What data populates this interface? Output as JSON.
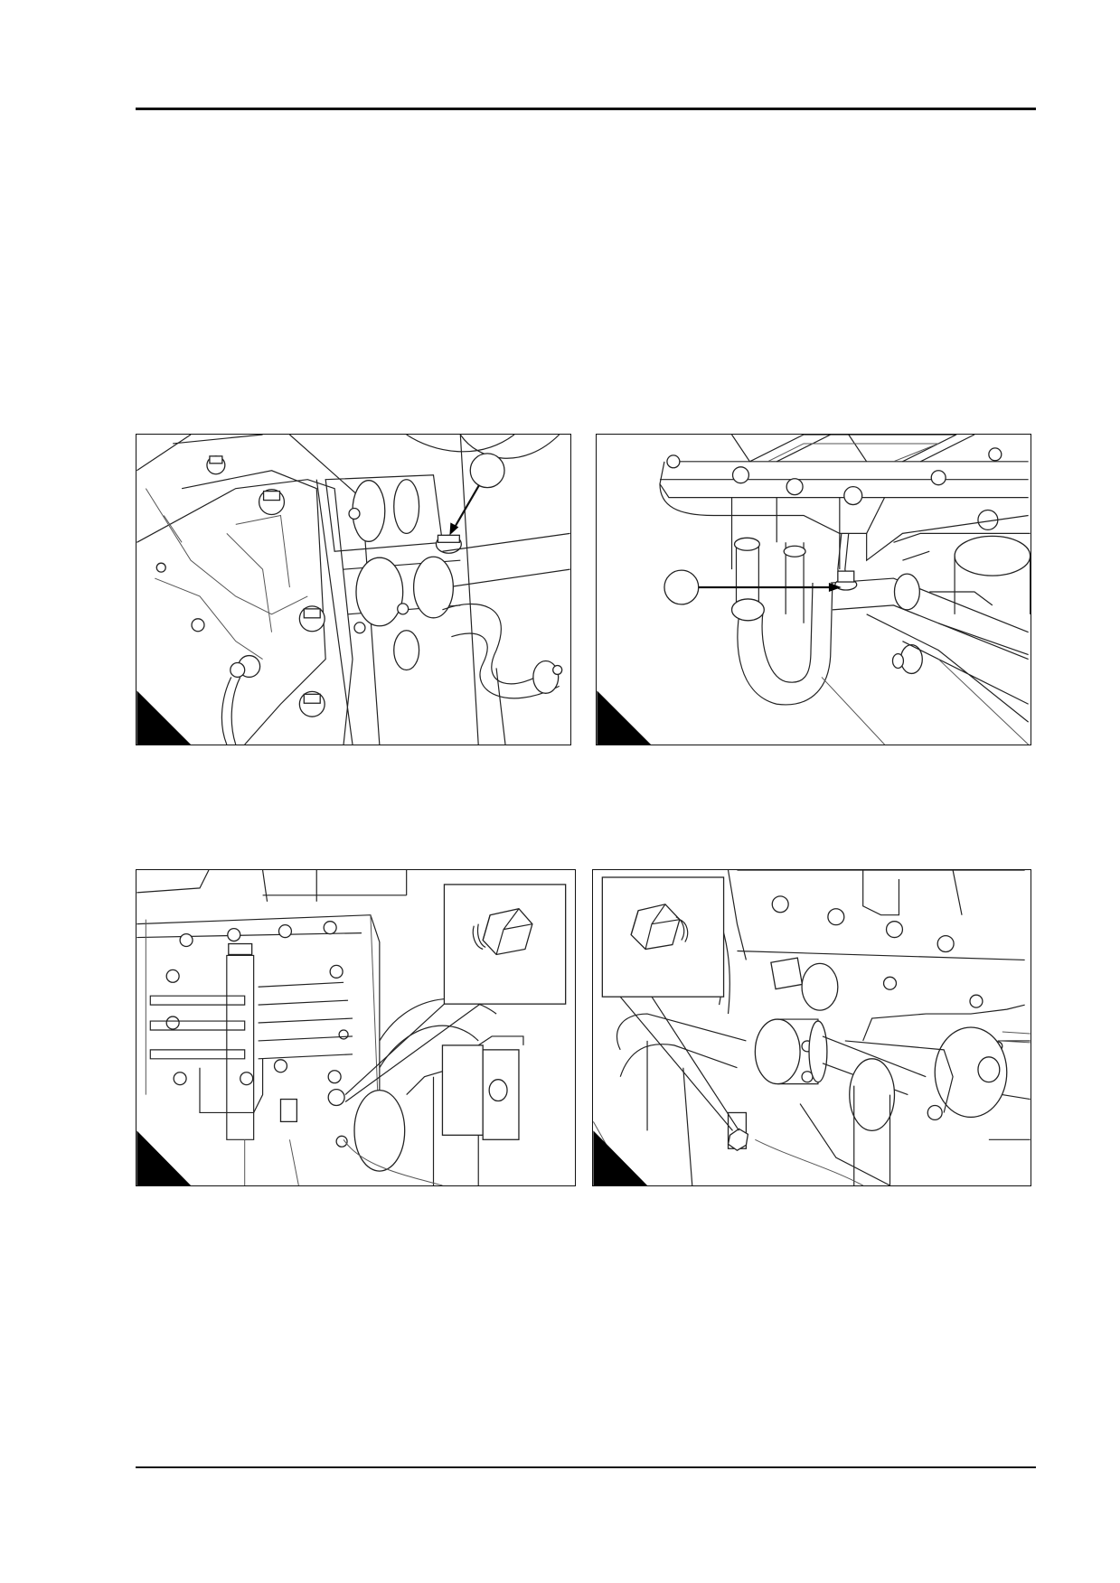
{
  "page": {
    "header_rule": true,
    "footer_rule": true
  },
  "figures": [
    {
      "id": "fig1",
      "description_icon": "engine-coolant-pipe-illustration",
      "callout_present": true,
      "callout_label": ""
    },
    {
      "id": "fig2",
      "description_icon": "engine-manifold-pipe-illustration",
      "callout_present": true,
      "callout_label": ""
    },
    {
      "id": "fig3",
      "description_icon": "engine-block-drain-plug-illustration",
      "inset_icon": "hex-plug-icon"
    },
    {
      "id": "fig4",
      "description_icon": "engine-pump-drain-plug-illustration",
      "inset_icon": "hex-plug-icon"
    }
  ]
}
